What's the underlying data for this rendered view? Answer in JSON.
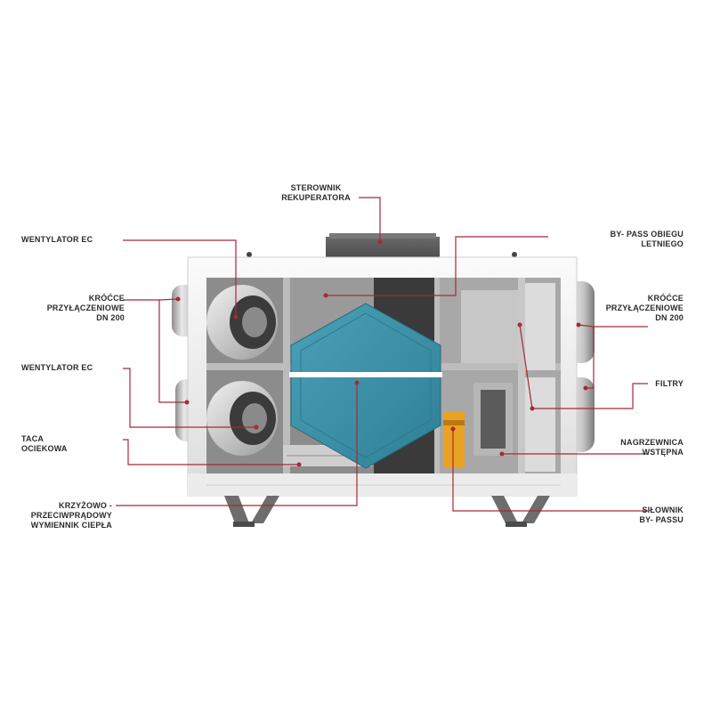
{
  "labels": {
    "sterownik": "STEROWNIK\nREKUPERATORA",
    "wentylator_top": "WENTYLATOR EC",
    "krocce_left": "KRÓĆCE\nPRZYŁĄCZENIOWE\nDN 200",
    "wentylator_bottom": "WENTYLATOR EC",
    "taca": "TACA\nOCIEKOWA",
    "wymiennik": "KRZYŻOWO -\nPRZECIWPRĄDOWY\nWYMIENNIK CIEPŁA",
    "bypass": "BY- PASS OBIEGU\nLETNIEGO",
    "krocce_right": "KRÓĆCE\nPRZYŁĄCZENIOWE\nDN 200",
    "filtry": "FILTRY",
    "nagrzewnica": "NAGRZEWNICA\nWSTĘPNA",
    "silownik": "SIŁOWNIK\nBY- PASSU"
  },
  "colors": {
    "leader": "#a52a35",
    "exchanger": "#3d8fa5",
    "casing": "#f0f0f0",
    "frame": "#b9b9b9",
    "actuator": "#e9a223"
  }
}
